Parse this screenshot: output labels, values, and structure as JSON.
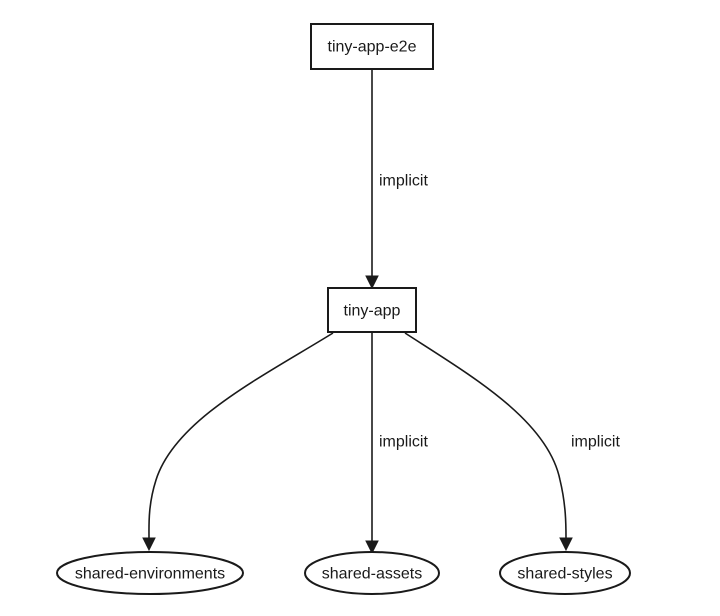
{
  "graph": {
    "nodes": {
      "e2e": {
        "label": "tiny-app-e2e",
        "shape": "box"
      },
      "app": {
        "label": "tiny-app",
        "shape": "box"
      },
      "environments": {
        "label": "shared-environments",
        "shape": "ellipse"
      },
      "assets": {
        "label": "shared-assets",
        "shape": "ellipse"
      },
      "styles": {
        "label": "shared-styles",
        "shape": "ellipse"
      }
    },
    "edges": {
      "e2e_to_app": {
        "from": "tiny-app-e2e",
        "to": "tiny-app",
        "label": "implicit"
      },
      "app_to_environments": {
        "from": "tiny-app",
        "to": "shared-environments",
        "label": ""
      },
      "app_to_assets": {
        "from": "tiny-app",
        "to": "shared-assets",
        "label": "implicit"
      },
      "app_to_styles": {
        "from": "tiny-app",
        "to": "shared-styles",
        "label": "implicit"
      }
    }
  }
}
